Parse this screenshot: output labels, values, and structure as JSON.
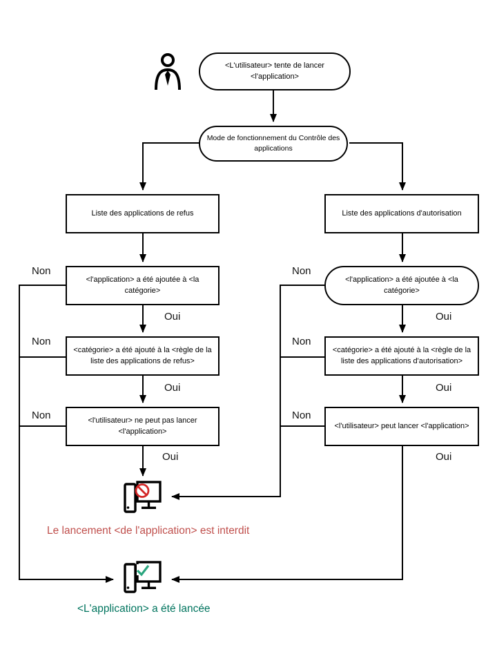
{
  "flowchart": {
    "start": "<L'utilisateur> tente de lancer <l'application>",
    "mode": "Mode de fonctionnement du Contrôle des applications",
    "deny": {
      "list": "Liste des applications de refus",
      "app_added": "<l'application> a été ajoutée à <la catégorie>",
      "category_added": "<catégorie> a été ajouté à la <règle de la liste des applications de refus>",
      "user_cannot_launch": "<l'utilisateur> ne peut pas lancer <l'application>"
    },
    "allow": {
      "list": "Liste des applications d'autorisation",
      "app_added": "<l'application> a été ajoutée à <la catégorie>",
      "category_added": "<catégorie> a été ajouté à la <règle de la liste des applications d'autorisation>",
      "user_can_launch": "<l'utilisateur> peut lancer <l'application>"
    },
    "labels": {
      "no": "Non",
      "yes": "Oui"
    },
    "outcomes": {
      "forbidden": "Le lancement <de l'application> est interdit",
      "launched": "<L'application> a été lancée"
    },
    "colors": {
      "forbidden_text": "#c0504d",
      "launched_text": "#00745e",
      "prohibit_sign": "#d32626",
      "check_mark": "#2aa57e",
      "line": "#000000"
    },
    "icons": {
      "actor": "user-icon",
      "blocked": "computer-blocked-icon",
      "started": "computer-launched-icon"
    }
  }
}
